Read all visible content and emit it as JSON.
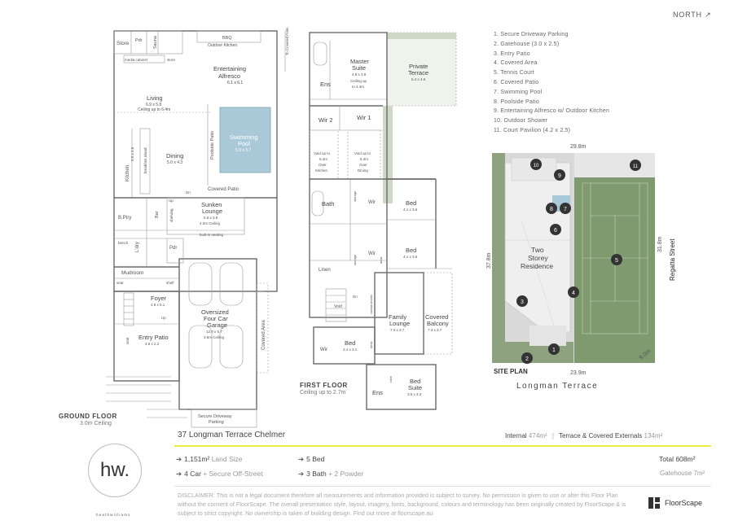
{
  "north_label": "NORTH ↗",
  "legend": [
    "1. Secure Driveway Parking",
    "2. Gatehouse (3.0 x 2.5)",
    "3. Entry Patio",
    "4. Covered Area",
    "5. Tennis Court",
    "6. Covered Patio",
    "7. Swimming Pool",
    "8. Poolside Patio",
    "9. Entertaining Alfresco w/ Outdoor Kitchen",
    "10. Outdoor Shower",
    "11. Court Pavilion (4.2 x 2.5)"
  ],
  "site_plan": {
    "title": "SITE PLAN",
    "street_bottom": "Longman Terrace",
    "street_right": "Regatta Street",
    "dim_top": "29.8m",
    "dim_left": "37.8m",
    "dim_right": "31.8m",
    "dim_bottom": "23.9m",
    "dim_corner": "9.0m",
    "residence": [
      "Two",
      "Storey",
      "Residence"
    ],
    "markers": [
      "1",
      "2",
      "3",
      "4",
      "5",
      "6",
      "7",
      "8",
      "9",
      "10",
      "11"
    ]
  },
  "ground_floor": {
    "title": "GROUND FLOOR",
    "subtitle": "3.0m Ceiling",
    "rooms": {
      "store": "Store",
      "pdr_top": "Pdr",
      "sauna": "Sauna",
      "bbq": "BBQ",
      "outdoor_kitchen": "Outdoor Kitchen",
      "media_cabinet": "media cabinet",
      "store2": "store",
      "outdoor_shower": "outdoor shower",
      "to_covered_patio": "To Covered Patio",
      "entertaining": "Entertaining",
      "alfresco": "Alfresco",
      "alfresco_dim": "6.1 x 6.1",
      "living": "Living",
      "living_dim": "6.9 x 5.8",
      "living_ceiling": "Ceiling up to 6.4m",
      "pool_1": "Swimming",
      "pool_2": "Pool",
      "pool_dim": "5.9 x 3.7",
      "poolside_patio": "Poolside Patio",
      "dining": "Dining",
      "dining_dim": "5.0 x 4.3",
      "kitchen": "Kitchen",
      "kitchen_dim": "5.5 x 2.6",
      "breakfast_island": "breakfast island",
      "covered_patio": "Covered Patio",
      "sunken": "Sunken",
      "lounge": "Lounge",
      "lounge_dim": "5.8 x 3.8",
      "lounge_ceiling": "4.0m Ceiling",
      "builtin": "built-in seating",
      "bptry": "B.Ptry",
      "bar": "Bar",
      "shelving": "shelving",
      "ldry": "L'dry",
      "pdr": "Pdr",
      "mudroom": "Mudroom",
      "bench": "bench",
      "seat": "seat",
      "shelf": "shelf",
      "foyer": "Foyer",
      "foyer_dim": "4.8 x 5.1",
      "up": "Up",
      "dn": "Dn",
      "entry_patio": "Entry Patio",
      "entry_dim": "4.8 x 2.2",
      "seat_v": "seat",
      "garage_1": "Oversized",
      "garage_2": "Four Car",
      "garage_3": "Garage",
      "garage_dim": "12.9 x 5.7",
      "garage_ceiling": "3.6m Ceiling",
      "covered_area": "Covered Area",
      "secure_1": "Secure Driveway",
      "secure_2": "Parking"
    }
  },
  "first_floor": {
    "title": "FIRST FLOOR",
    "subtitle": "Ceiling up to 2.7m",
    "rooms": {
      "master_1": "Master",
      "master_2": "Suite",
      "master_dim": "4.8 x 3.8",
      "master_ceiling": "Ceiling up",
      "master_ceiling2": "to 4.4m",
      "private_1": "Private",
      "private_2": "Terrace",
      "private_dim": "5.4 x 4.6",
      "ens": "Ens",
      "wir1": "Wir 1",
      "wir2": "Wir 2",
      "void_k1": "Void up to",
      "void_k2": "6.4m",
      "void_k3": "Over",
      "void_k4": "Kitchen",
      "void_d1": "Void up to",
      "void_d2": "6.4m",
      "void_d3": "Over",
      "void_d4": "Dining",
      "bath": "Bath",
      "wir": "Wir",
      "bed1": "Bed",
      "bed1_dim": "4.1 x 3.6",
      "bed2": "Bed",
      "bed2_dim": "4.1 x 3.6",
      "linen": "Linen",
      "storage": "storage",
      "desk": "desk",
      "void": "Void",
      "dn": "Dn",
      "curtain": "curtain tracks",
      "family_1": "Family",
      "family_2": "Lounge",
      "family_dim": "7.3 x 3.7",
      "balcony_1": "Covered",
      "balcony_2": "Balcony",
      "balcony_dim": "7.3 x 2.7",
      "bed3": "Bed",
      "bed3_dim": "3.4 x 3.1",
      "wir_b": "Wir",
      "bedsuite_1": "Bed",
      "bedsuite_2": "Suite",
      "bedsuite_dim": "3.6 x 3.3",
      "ens2": "Ens",
      "robe": "robe"
    }
  },
  "property": {
    "address": "37 Longman Terrace Chelmer",
    "internal_label": "Internal",
    "internal_value": "474m²",
    "terrace_label": "Terrace & Covered Externals",
    "terrace_value": "134m²",
    "total_label": "Total 608m²",
    "gatehouse_label": "Gatehouse 7m²",
    "land_value": "1,151m²",
    "land_label": "Land Size",
    "car_value": "4 Car",
    "car_label": "+ Secure Off-Street",
    "bed_value": "5 Bed",
    "bath_value": "3 Bath",
    "bath_label": "+ 2 Powder"
  },
  "branding": {
    "logo_text": "hw.",
    "logo_subtext": "heathwilliams",
    "floorscape": "FloorScape"
  },
  "disclaimer": "DISCLAIMER: This is not a legal document therefore all measurements and information provided is subject to survey. No permission is given to use or alter this Floor Plan without the consent of FloorScape. The overall presentation style, layout, imagery, fonts, background, colours and terminology has been originally created by FloorScape & is subject to strict copyright. No ownership is taken of building design. Find out more at floorscape.au",
  "colors": {
    "pool": "#a9c9d8",
    "lawn": "#7e9a6e",
    "accent_line": "#f0ea3c",
    "marker": "#333333"
  }
}
